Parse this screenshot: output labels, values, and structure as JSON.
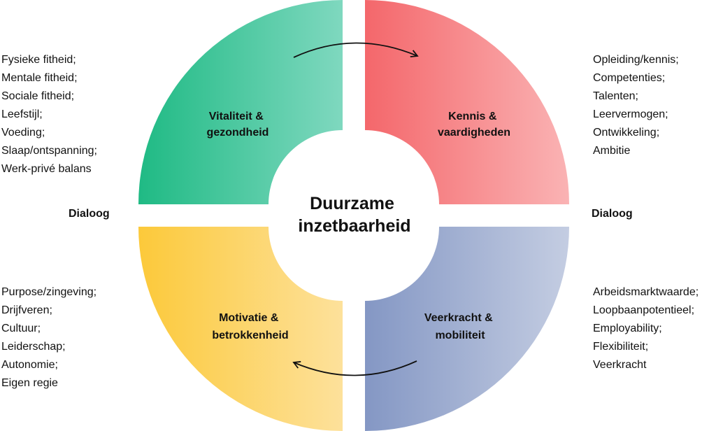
{
  "center_title": [
    "Duurzame",
    "inzetbaarheid"
  ],
  "quadrants": [
    {
      "id": "vitaliteit",
      "title_lines": [
        "Vitaliteit &",
        "gezondheid"
      ],
      "color_from": "#1fba84",
      "color_to": "#7fd8bf"
    },
    {
      "id": "kennis",
      "title_lines": [
        "Kennis &",
        "vaardigheden"
      ],
      "color_from": "#f4676b",
      "color_to": "#fab3b4"
    },
    {
      "id": "motivatie",
      "title_lines": [
        "Motivatie &",
        "betrokkenheid"
      ],
      "color_from": "#fcc93a",
      "color_to": "#fde19b"
    },
    {
      "id": "veerkracht",
      "title_lines": [
        "Veerkracht &",
        "mobiliteit"
      ],
      "color_from": "#8497c4",
      "color_to": "#c4cde2"
    }
  ],
  "lists": {
    "vitaliteit": [
      "Fysieke fitheid;",
      "Mentale fitheid;",
      "Sociale fitheid;",
      "Leefstijl;",
      "Voeding;",
      "Slaap/ontspanning;",
      "Werk-privé balans"
    ],
    "kennis": [
      "Opleiding/kennis;",
      "Competenties;",
      "Talenten;",
      "Leervermogen;",
      "Ontwikkeling;",
      "Ambitie"
    ],
    "motivatie": [
      "Purpose/zingeving;",
      "Drijfveren;",
      "Cultuur;",
      "Leiderschap;",
      "Autonomie;",
      "Eigen regie"
    ],
    "veerkracht": [
      "Arbeidsmarktwaarde;",
      "Loopbaanpotentieel;",
      "Employability;",
      "Flexibiliteit;",
      "Veerkracht"
    ]
  },
  "dialog_left": "Dialoog",
  "dialog_right": "Dialoog"
}
